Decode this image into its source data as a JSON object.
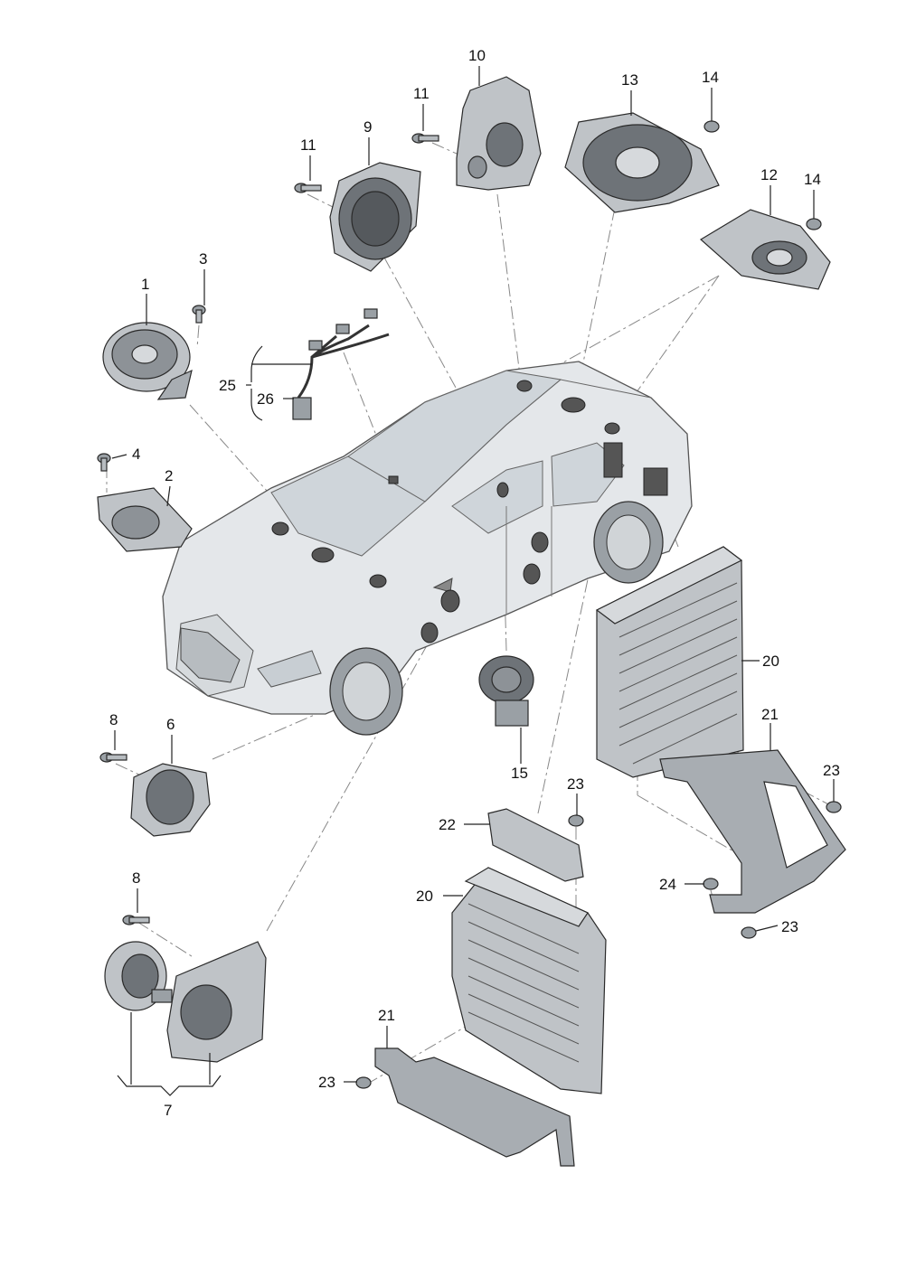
{
  "colors": {
    "part_fill": "#bfc3c7",
    "part_dark": "#6e7378",
    "car_fill": "#e4e7ea",
    "line": "#222222",
    "dash_line": "#888888"
  },
  "callouts": [
    {
      "id": "c1",
      "text": "1"
    },
    {
      "id": "c2",
      "text": "2"
    },
    {
      "id": "c3",
      "text": "3"
    },
    {
      "id": "c4",
      "text": "4"
    },
    {
      "id": "c6",
      "text": "6"
    },
    {
      "id": "c7",
      "text": "7"
    },
    {
      "id": "c8a",
      "text": "8"
    },
    {
      "id": "c8b",
      "text": "8"
    },
    {
      "id": "c9",
      "text": "9"
    },
    {
      "id": "c10",
      "text": "10"
    },
    {
      "id": "c11a",
      "text": "11"
    },
    {
      "id": "c11b",
      "text": "11"
    },
    {
      "id": "c12",
      "text": "12"
    },
    {
      "id": "c13",
      "text": "13"
    },
    {
      "id": "c14a",
      "text": "14"
    },
    {
      "id": "c14b",
      "text": "14"
    },
    {
      "id": "c15",
      "text": "15"
    },
    {
      "id": "c20a",
      "text": "20"
    },
    {
      "id": "c20b",
      "text": "20"
    },
    {
      "id": "c21a",
      "text": "21"
    },
    {
      "id": "c21b",
      "text": "21"
    },
    {
      "id": "c22",
      "text": "22"
    },
    {
      "id": "c23a",
      "text": "23"
    },
    {
      "id": "c23b",
      "text": "23"
    },
    {
      "id": "c23c",
      "text": "23"
    },
    {
      "id": "c23d",
      "text": "23"
    },
    {
      "id": "c24",
      "text": "24"
    },
    {
      "id": "c25",
      "text": "25"
    },
    {
      "id": "c26",
      "text": "26"
    }
  ]
}
